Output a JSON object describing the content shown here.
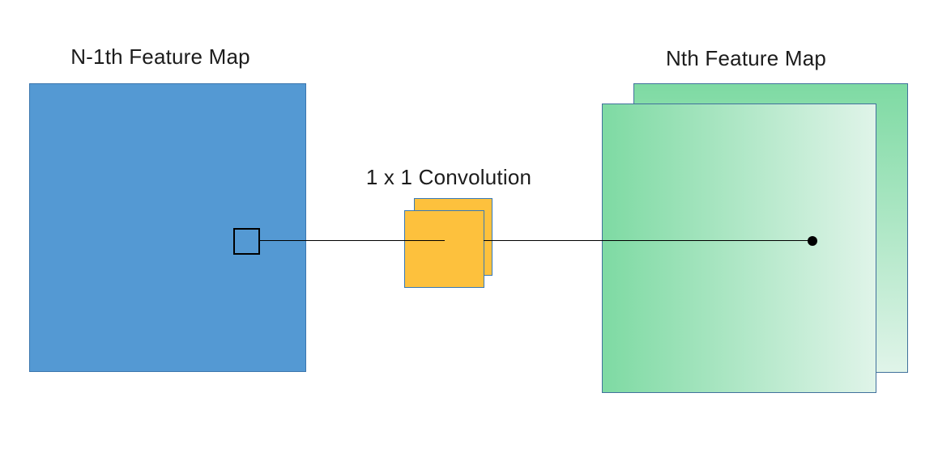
{
  "nodes": {
    "input": {
      "label": "N-1th Feature Map"
    },
    "kernel": {
      "label": "1 x 1 Convolution"
    },
    "output": {
      "label": "Nth Feature Map"
    }
  },
  "colors": {
    "blue-fill": "#5499D3",
    "blue-border": "#3B76AE",
    "orange-fill": "#FDC13D",
    "orange-border": "#3779B6",
    "green-start": "#7EDAA3",
    "green-end": "#E0F4E9",
    "green-border": "#41719C",
    "line": "#000000",
    "text": "#1C1C1C",
    "background": "#FFFFFF"
  }
}
